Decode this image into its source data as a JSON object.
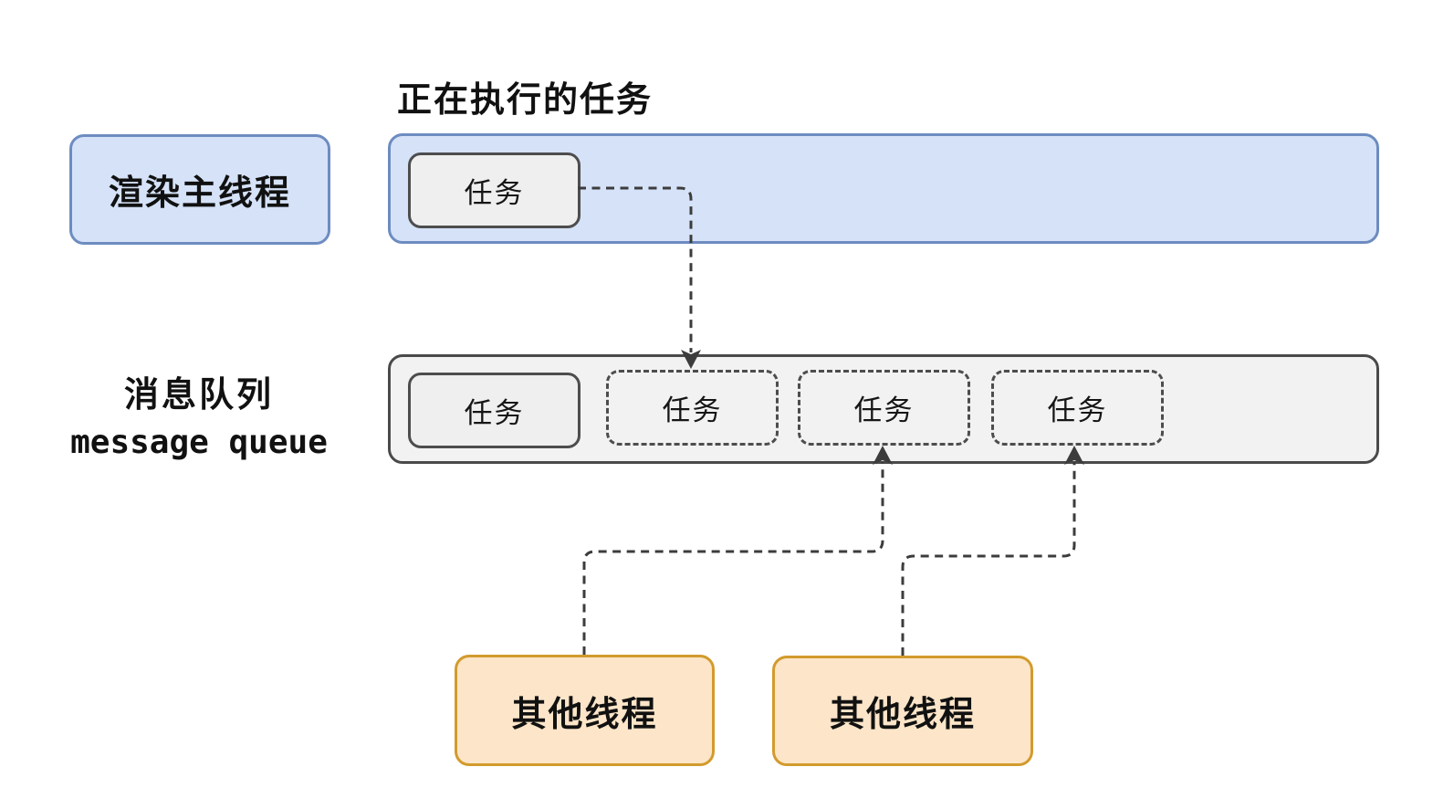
{
  "title": "正在执行的任务",
  "main_thread": {
    "label": "渲染主线程",
    "executing_task": {
      "label": "任务"
    }
  },
  "queue": {
    "label_zh": "消息队列",
    "label_en": "message queue",
    "tasks": [
      {
        "label": "任务",
        "style": "solid"
      },
      {
        "label": "任务",
        "style": "dashed"
      },
      {
        "label": "任务",
        "style": "dashed"
      },
      {
        "label": "任务",
        "style": "dashed"
      }
    ]
  },
  "other_threads": [
    {
      "label": "其他线程"
    },
    {
      "label": "其他线程"
    }
  ],
  "colors": {
    "thread_fill": "#d5e2f8",
    "thread_border": "#6d8cc0",
    "queue_fill": "#f2f2f3",
    "queue_border": "#4a4a4a",
    "task_fill": "#efeff0",
    "task_border": "#4d4d4d",
    "other_thread_fill": "#fce5c8",
    "other_thread_border": "#d29b2d",
    "connector": "#3c3c3c",
    "text": "#111111",
    "background": "#ffffff"
  }
}
